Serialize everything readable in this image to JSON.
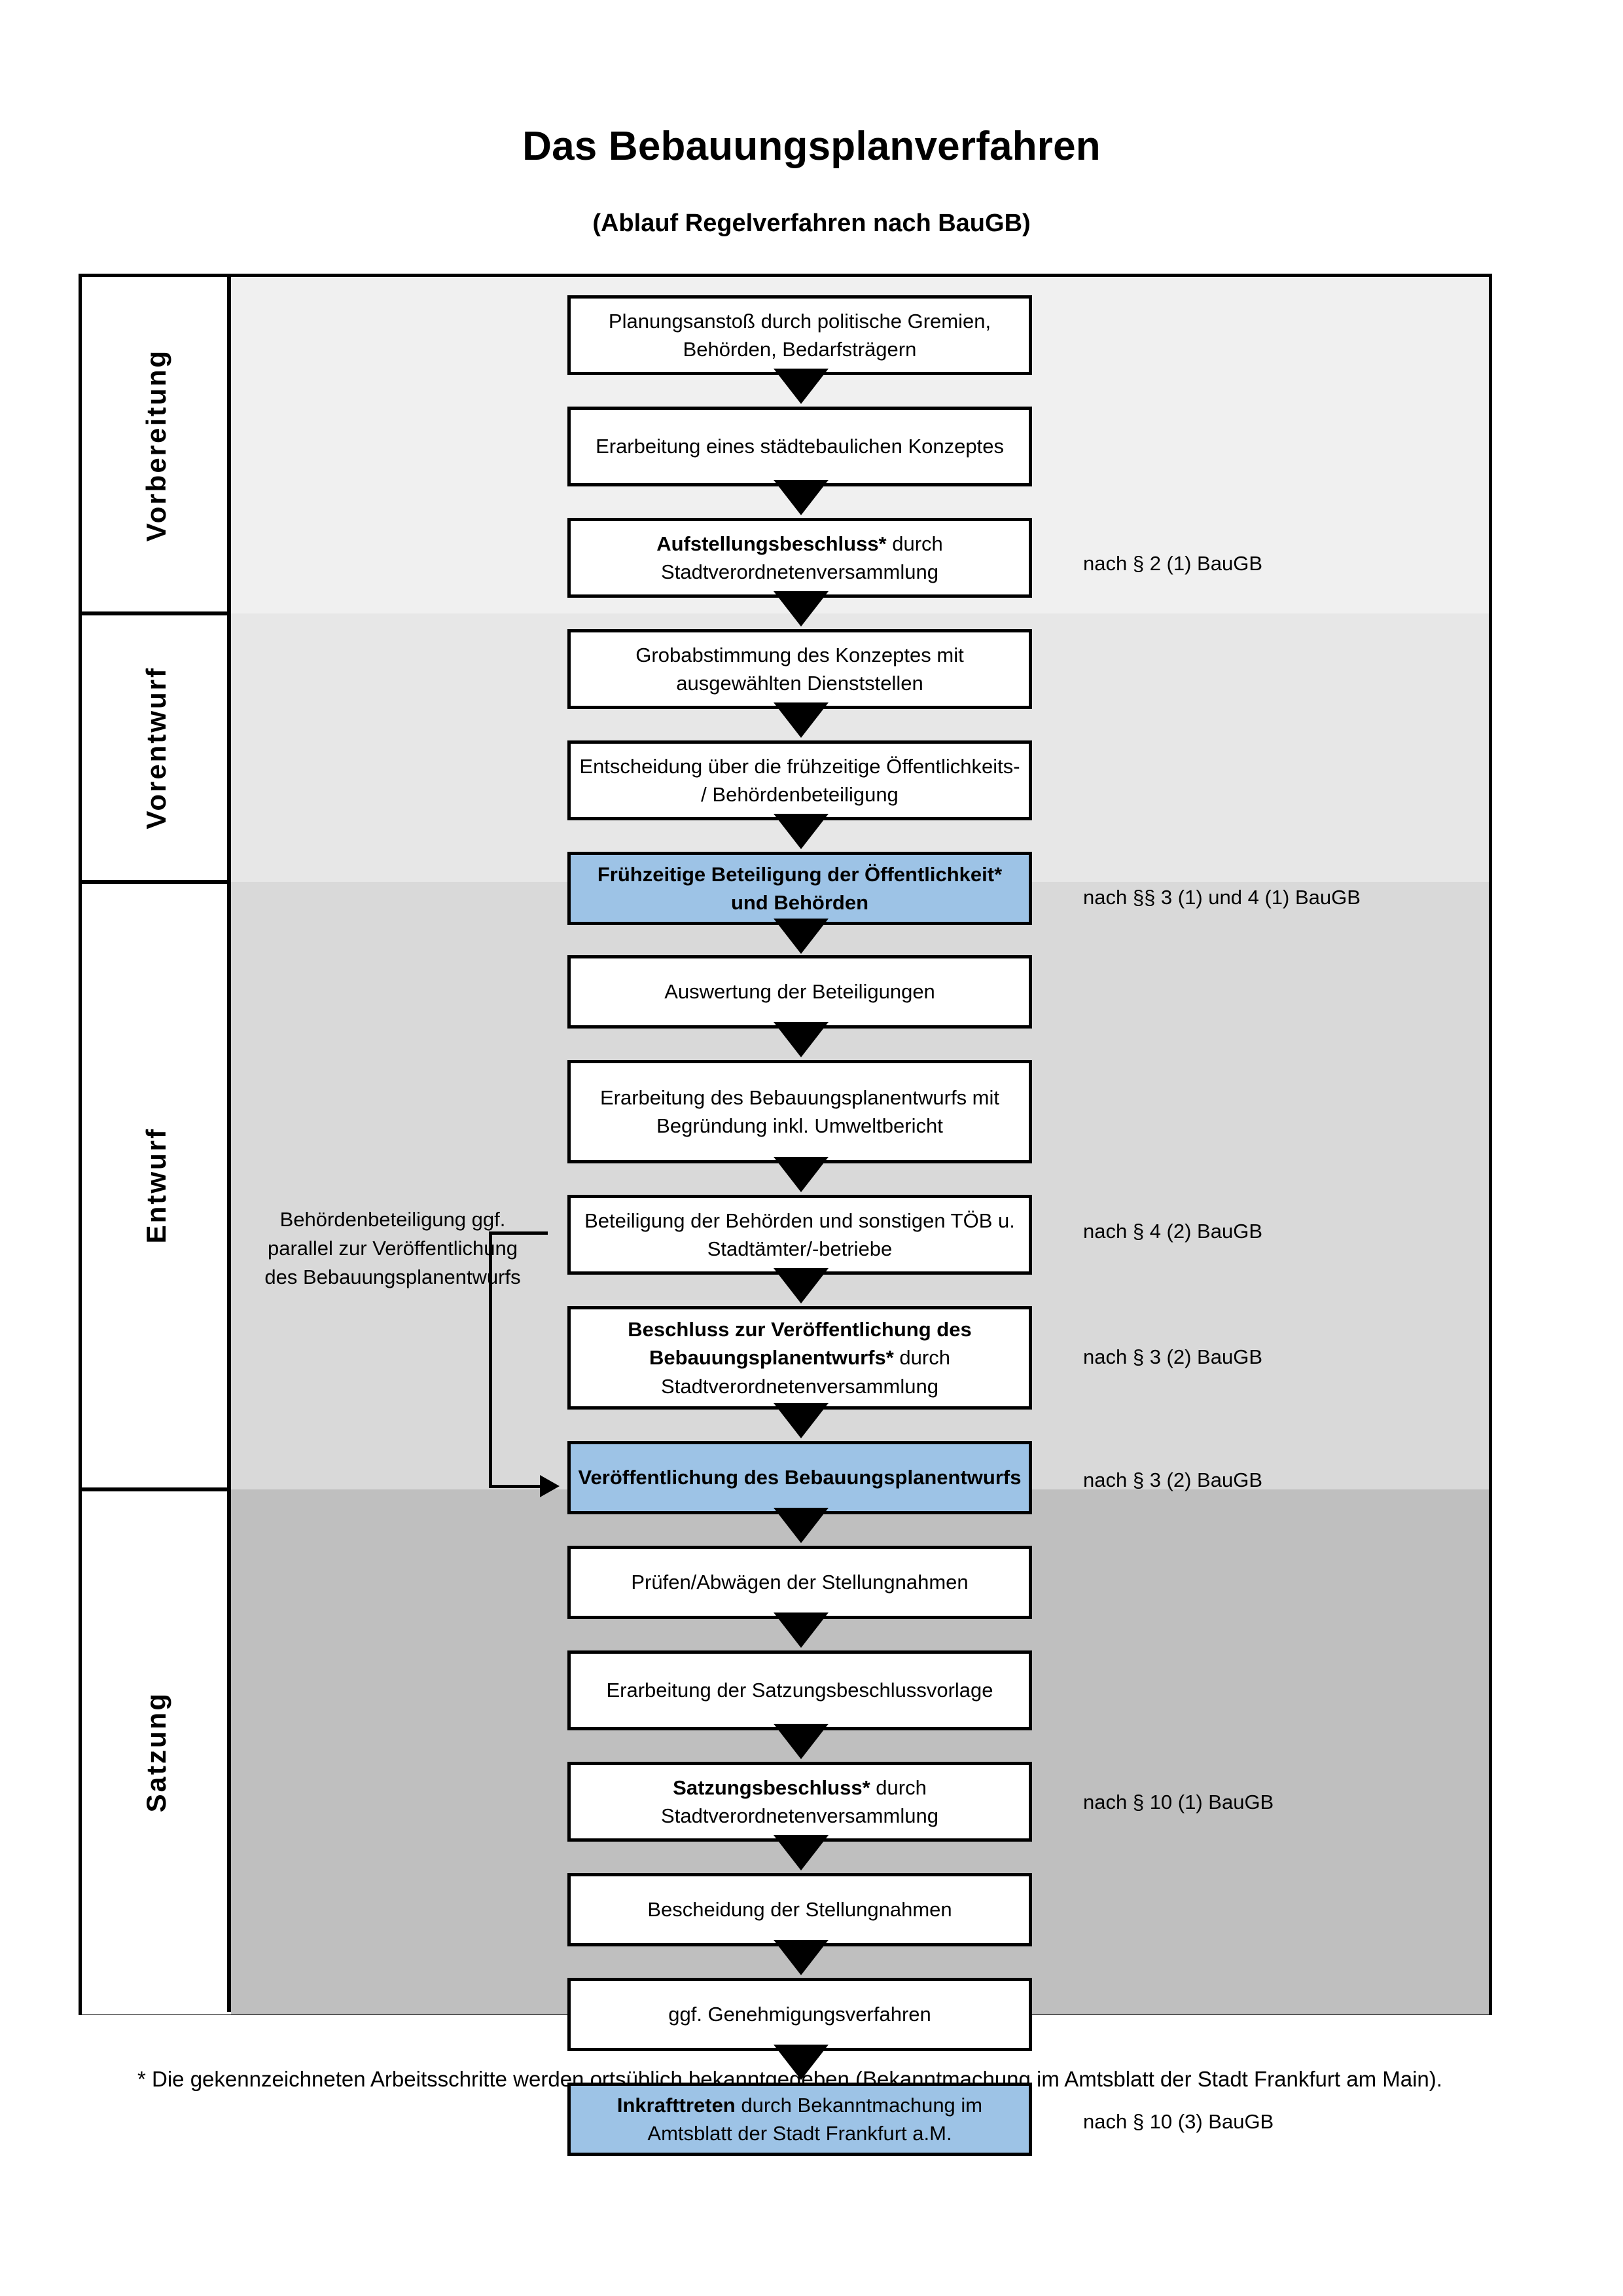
{
  "header": {
    "title": "Das Bebauungsplanverfahren",
    "subtitle": "(Ablauf Regelverfahren nach BauGB)"
  },
  "colors": {
    "highlight": "#9dc3e6",
    "band_vorbereitung": "#f0f0f0",
    "band_vorentwurf": "#e7e7e7",
    "band_entwurf": "#d9d9d9",
    "band_satzung": "#bfbfbf",
    "line": "#000000"
  },
  "phases": [
    {
      "label": "Vorbereitung"
    },
    {
      "label": "Vorentwurf"
    },
    {
      "label": "Entwurf"
    },
    {
      "label": "Satzung"
    }
  ],
  "steps": [
    {
      "id": "planungsanstoss",
      "phase": "Vorbereitung",
      "text": "Planungsanstoß durch politische Gremien, Behörden, Bedarfsträgern",
      "bold_prefix": "",
      "highlight": false
    },
    {
      "id": "konzept",
      "phase": "Vorbereitung",
      "text": "Erarbeitung eines städtebaulichen Konzeptes",
      "bold_prefix": "",
      "highlight": false
    },
    {
      "id": "aufstellungsbeschluss",
      "phase": "Vorbereitung",
      "text": " durch Stadtverordnetenversammlung",
      "bold_prefix": "Aufstellungsbeschluss*",
      "highlight": false
    },
    {
      "id": "grobabstimmung",
      "phase": "Vorentwurf",
      "text": "Grobabstimmung des Konzeptes mit ausgewählten Dienststellen",
      "bold_prefix": "",
      "highlight": false
    },
    {
      "id": "entscheidung",
      "phase": "Vorentwurf",
      "text": "Entscheidung über die frühzeitige Öffentlichkeits- / Behördenbeteiligung",
      "bold_prefix": "",
      "highlight": false
    },
    {
      "id": "fruehzeitige-beteiligung",
      "phase": "Vorentwurf",
      "text": "Frühzeitige Beteiligung der Öffentlichkeit* und Behörden",
      "bold_prefix": "",
      "highlight": true
    },
    {
      "id": "auswertung",
      "phase": "Entwurf",
      "text": "Auswertung der Beteiligungen",
      "bold_prefix": "",
      "highlight": false
    },
    {
      "id": "erarbeitung-entwurf",
      "phase": "Entwurf",
      "text": "Erarbeitung des Bebauungsplanentwurfs mit Begründung inkl. Umweltbericht",
      "bold_prefix": "",
      "highlight": false
    },
    {
      "id": "behoerdenbeteiligung",
      "phase": "Entwurf",
      "text": "Beteiligung der Behörden und sonstigen TÖB u. Stadtämter/-betriebe",
      "bold_prefix": "",
      "highlight": false
    },
    {
      "id": "beschluss-veroeffentlichung",
      "phase": "Entwurf",
      "text": " durch Stadtverordnetenversammlung",
      "bold_prefix": "Beschluss zur Veröffentlichung des Bebauungsplanentwurfs*",
      "highlight": false
    },
    {
      "id": "veroeffentlichung",
      "phase": "Entwurf",
      "text": "Veröffentlichung des Bebauungsplanentwurfs",
      "bold_prefix": "",
      "highlight": true
    },
    {
      "id": "pruefen-abwaegen",
      "phase": "Satzung",
      "text": "Prüfen/Abwägen der Stellungnahmen",
      "bold_prefix": "",
      "highlight": false
    },
    {
      "id": "satzungsbeschlussvorlage",
      "phase": "Satzung",
      "text": "Erarbeitung der Satzungsbeschlussvorlage",
      "bold_prefix": "",
      "highlight": false
    },
    {
      "id": "satzungsbeschluss",
      "phase": "Satzung",
      "text": " durch Stadtverordnetenversammlung",
      "bold_prefix": "Satzungsbeschluss*",
      "highlight": false
    },
    {
      "id": "bescheidung",
      "phase": "Satzung",
      "text": "Bescheidung der Stellungnahmen",
      "bold_prefix": "",
      "highlight": false
    },
    {
      "id": "genehmigungsverfahren",
      "phase": "Satzung",
      "text": "ggf. Genehmigungsverfahren",
      "bold_prefix": "",
      "highlight": false
    },
    {
      "id": "inkrafttreten",
      "phase": "Satzung",
      "text": " durch Bekanntmachung im Amtsblatt der Stadt Frankfurt a.M.",
      "bold_prefix": "Inkrafttreten",
      "highlight": true
    }
  ],
  "legal_refs": [
    {
      "id": "ref-aufstellungsbeschluss",
      "text": "nach § 2 (1) BauGB"
    },
    {
      "id": "ref-fruehzeitige",
      "text": "nach §§ 3 (1) und 4 (1) BauGB"
    },
    {
      "id": "ref-behoerden",
      "text": "nach § 4 (2) BauGB"
    },
    {
      "id": "ref-beschluss",
      "text": "nach § 3 (2) BauGB"
    },
    {
      "id": "ref-veroeffentlichung",
      "text": "nach § 3 (2) BauGB"
    },
    {
      "id": "ref-satzungsbeschluss",
      "text": "nach § 10 (1) BauGB"
    },
    {
      "id": "ref-inkrafttreten",
      "text": "nach § 10 (3) BauGB"
    }
  ],
  "side_note": "Behördenbeteiligung ggf. parallel zur Veröffentlichung des Bebauungsplanentwurfs",
  "footnote": "* Die gekennzeichneten Arbeitsschritte werden ortsüblich bekanntgegeben (Bekanntmachung im Amtsblatt  der Stadt Frankfurt am Main)."
}
